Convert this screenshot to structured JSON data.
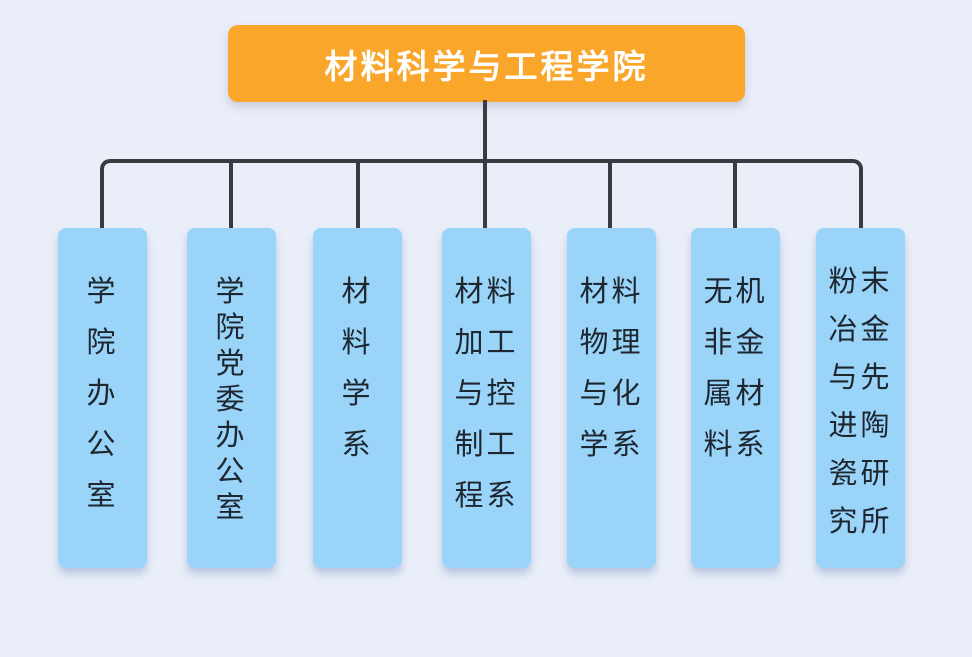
{
  "org_chart": {
    "root": {
      "label": "材料科学与工程学院"
    },
    "departments": [
      {
        "label": "学\n院\n办\n公\n室"
      },
      {
        "label": "学\n院\n党\n委\n办\n公\n室"
      },
      {
        "label": "材\n料\n学\n系"
      },
      {
        "label": "材料\n加工\n与控\n制工\n程系"
      },
      {
        "label": "材料\n物理\n与化\n学系"
      },
      {
        "label": "无机\n非金\n属材\n料系"
      },
      {
        "label": "粉末\n冶金\n与先\n进陶\n瓷研\n究所"
      }
    ],
    "colors": {
      "background": "#E9EEF9",
      "root_fill": "#F9A62B",
      "root_text": "#FFFFFF",
      "department_fill": "#9AD4F8",
      "department_text": "#1E2630",
      "connector": "#383B40"
    }
  }
}
